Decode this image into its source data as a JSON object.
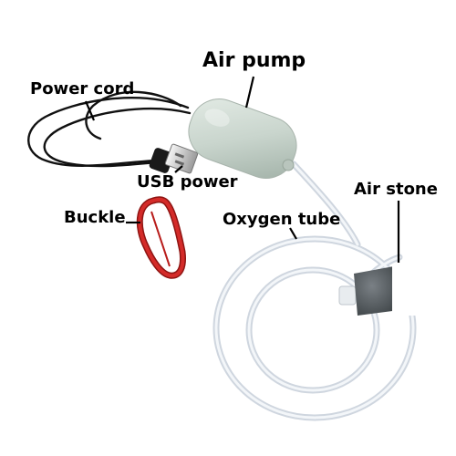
{
  "labels": {
    "air_pump": "Air pump",
    "power_cord": "Power cord",
    "usb_power": "USB power",
    "air_stone": "Air stone",
    "buckle": "Buckle",
    "oxygen_tube": "Oxygen tube"
  },
  "colors": {
    "pump_body": "#c9d5cd",
    "cord": "#111111",
    "buckle": "#c8201f",
    "tube": "#dde3ea",
    "stone": "#50575b",
    "pointer": "#000000"
  }
}
